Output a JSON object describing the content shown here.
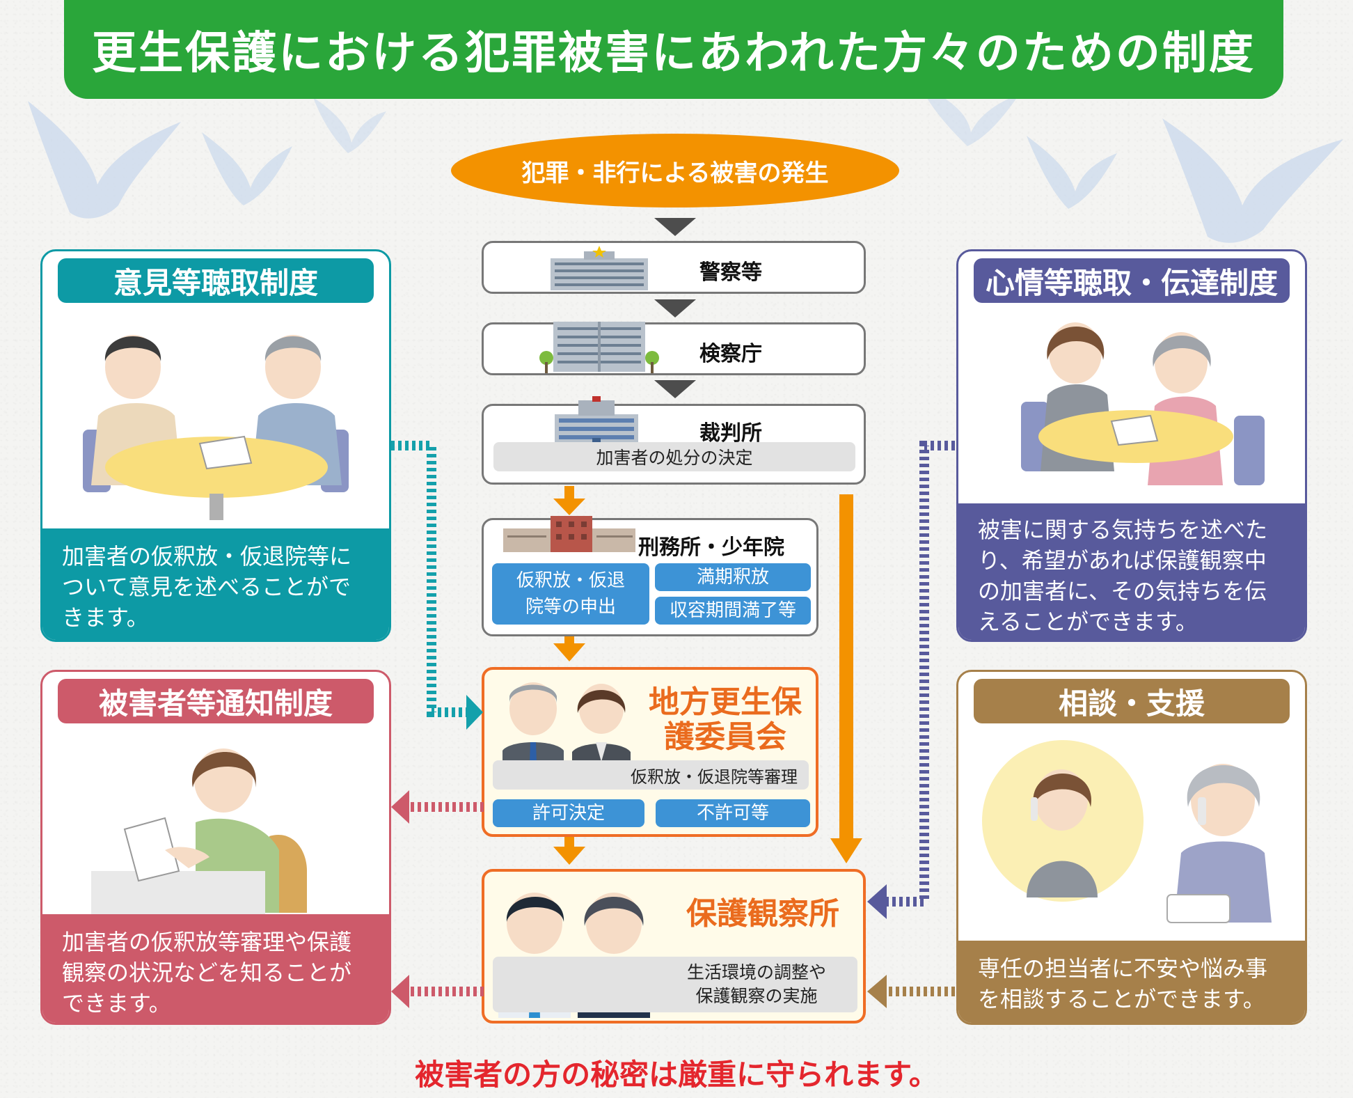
{
  "banner": {
    "title": "更生保護における犯罪被害にあわれた方々のための制度"
  },
  "flow": {
    "start": "犯罪・非行による被害の発生",
    "police": "警察等",
    "prosecutor": "検察庁",
    "court": "裁判所",
    "court_sub": "加害者の処分の決定",
    "prison": "刑務所・少年院",
    "prison_parole": "仮釈放・仮退院等の申出",
    "prison_expiry": "満期釈放",
    "prison_term": "収容期間満了等",
    "board_title": "地方更生保護委員会",
    "board_sub": "仮釈放・仮退院等審理",
    "board_permit": "許可決定",
    "board_deny": "不許可等",
    "office_title": "保護観察所",
    "office_sub": "生活環境の調整や保護観察の実施"
  },
  "panels": {
    "opinion": {
      "title": "意見等聴取制度",
      "desc": "加害者の仮釈放・仮退院等について意見を述べることができます。",
      "color": "#0d9aa5"
    },
    "notify": {
      "title": "被害者等通知制度",
      "desc": "加害者の仮釈放等審理や保護観察の状況などを知ることができます。",
      "color": "#cd5a6a"
    },
    "feelings": {
      "title": "心情等聴取・伝達制度",
      "desc": "被害に関する気持ちを述べたり、希望があれば保護観察中の加害者に、その気持ちを伝えることができます。",
      "color": "#585a9c"
    },
    "consult": {
      "title": "相談・支援",
      "desc": "専任の担当者に不安や悩み事を相談することができます。",
      "color": "#a6804a"
    }
  },
  "footer": {
    "text": "被害者の方の秘密は厳重に守られます。"
  }
}
